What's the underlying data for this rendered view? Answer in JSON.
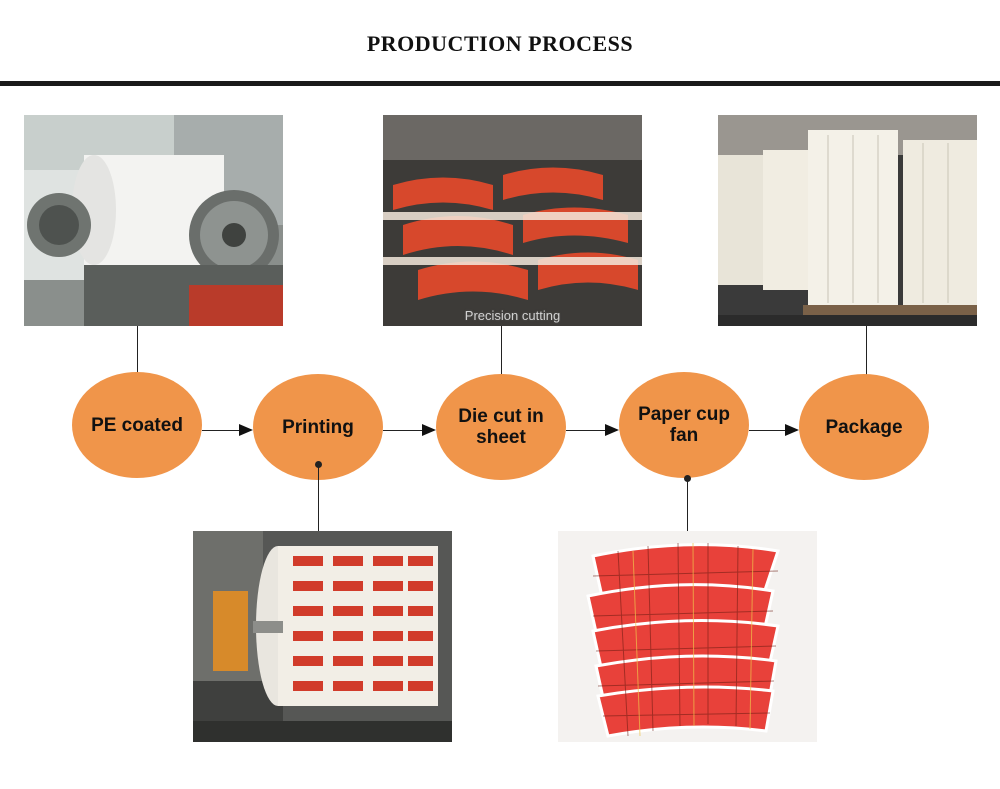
{
  "title": "PRODUCTION PROCESS",
  "colors": {
    "step_fill": "#f0954a",
    "rule": "#1a1a1a",
    "line": "#222222"
  },
  "steps": [
    {
      "label": "PE coated"
    },
    {
      "label": "Printing"
    },
    {
      "label": "Die cut in sheet"
    },
    {
      "label": "Paper cup fan"
    },
    {
      "label": "Package"
    }
  ],
  "photos": {
    "pe_coated": {
      "subject": "paper-roll-machine-photo"
    },
    "die_cut": {
      "subject": "die-cut-sheets-photo",
      "caption": "Precision cutting"
    },
    "package": {
      "subject": "wrapped-pallets-photo"
    },
    "printing": {
      "subject": "printed-roll-photo"
    },
    "cup_fan": {
      "subject": "red-plaid-cup-fans-photo"
    }
  }
}
